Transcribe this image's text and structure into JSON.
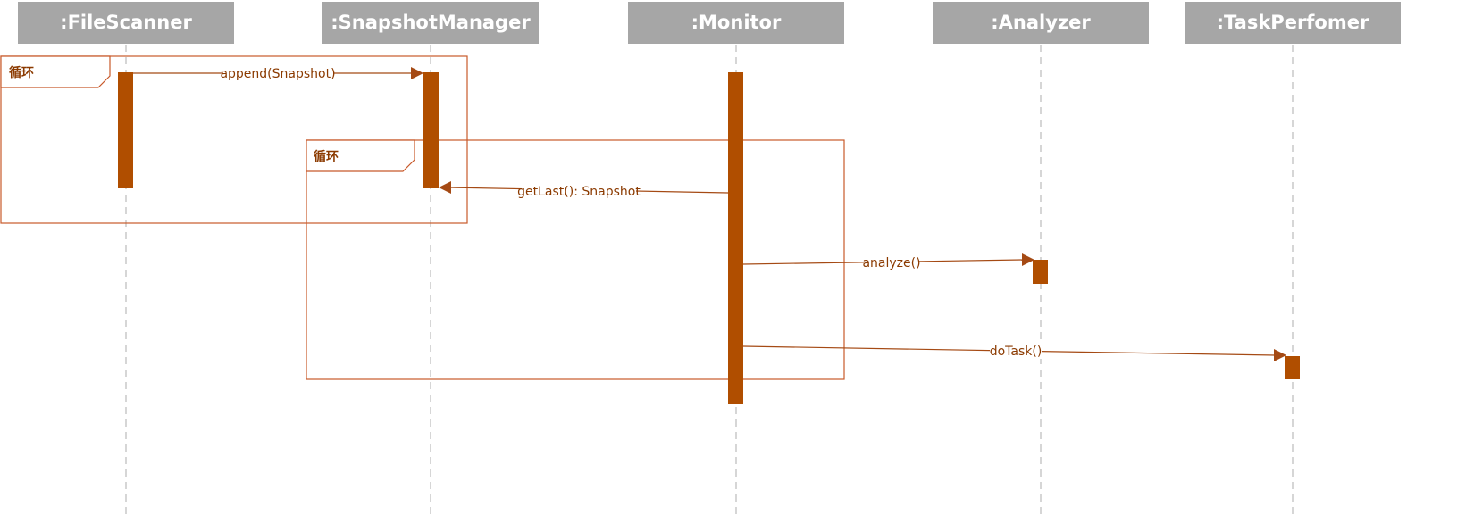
{
  "participants": [
    {
      "name": ":FileScanner"
    },
    {
      "name": ":SnapshotManager"
    },
    {
      "name": ":Monitor"
    },
    {
      "name": ":Analyzer"
    },
    {
      "name": ":TaskPerfomer"
    }
  ],
  "fragments": [
    {
      "label": "循环"
    },
    {
      "label": "循环"
    }
  ],
  "messages": [
    {
      "label": "append(Snapshot)",
      "from": ":FileScanner",
      "to": ":SnapshotManager"
    },
    {
      "label": "getLast(): Snapshot",
      "from": ":Monitor",
      "to": ":SnapshotManager"
    },
    {
      "label": "analyze()",
      "from": ":Monitor",
      "to": ":Analyzer"
    },
    {
      "label": "doTask()",
      "from": ":Monitor",
      "to": ":TaskPerfomer"
    }
  ],
  "colors": {
    "header": "#a6a6a6",
    "activation": "#b04e00",
    "frame_border": "#c8592a",
    "message_line": "#a54a14",
    "label_text": "#8b3a00"
  }
}
